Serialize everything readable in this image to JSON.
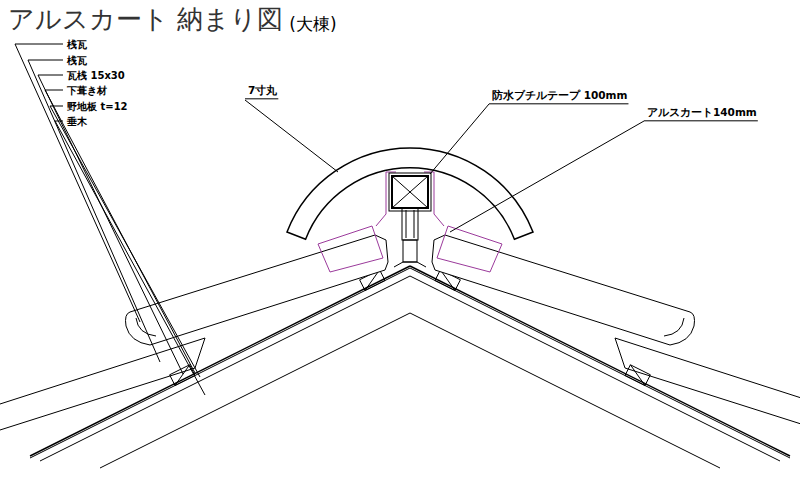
{
  "diagram": {
    "title": "アルスカート 納まり図",
    "labels": [
      "(大棟)",
      "桟瓦",
      "桟瓦",
      "瓦桟 15x30",
      "下葺き材",
      "野地板 t=12",
      "垂木",
      "7寸丸",
      "防水ブチルテープ 100mm",
      "アルスカート140mm"
    ]
  }
}
